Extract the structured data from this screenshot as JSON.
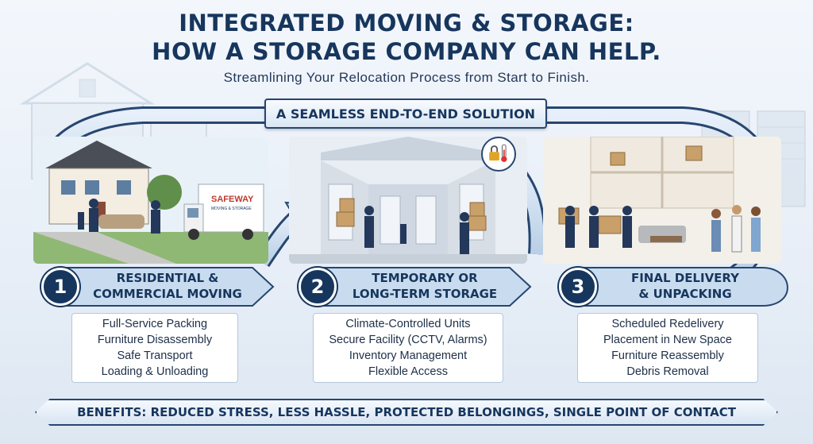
{
  "header": {
    "title_line1": "INTEGRATED MOVING & STORAGE:",
    "title_line2": "HOW A STORAGE COMPANY CAN HELP.",
    "subtitle": "Streamlining Your Relocation Process from Start to Finish."
  },
  "banner": "A SEAMLESS END-TO-END SOLUTION",
  "truck_brand": "SAFEWAY",
  "truck_tagline": "MOVING & STORAGE",
  "steps": [
    {
      "number": "1",
      "label": "RESIDENTIAL &\nCOMMERCIAL MOVING",
      "items": [
        "Full-Service Packing",
        "Furniture Disassembly",
        "Safe Transport",
        "Loading & Unloading"
      ]
    },
    {
      "number": "2",
      "label": "TEMPORARY OR\nLONG-TERM STORAGE",
      "items": [
        "Climate-Controlled Units",
        "Secure Facility (CCTV, Alarms)",
        "Inventory Management",
        "Flexible Access"
      ]
    },
    {
      "number": "3",
      "label": "FINAL DELIVERY\n& UNPACKING",
      "items": [
        "Scheduled Redelivery",
        "Placement in New Space",
        "Furniture Reassembly",
        "Debris Removal"
      ]
    }
  ],
  "benefits": "BENEFITS: REDUCED STRESS, LESS HASSLE, PROTECTED BELONGINGS, SINGLE POINT OF CONTACT",
  "icons": [
    "lock-thermometer-icon"
  ],
  "colors": {
    "navy": "#17365d",
    "arrow_fill": "#c9dcef",
    "card_bg": "#ffffff",
    "background": "#eaf0f7"
  }
}
